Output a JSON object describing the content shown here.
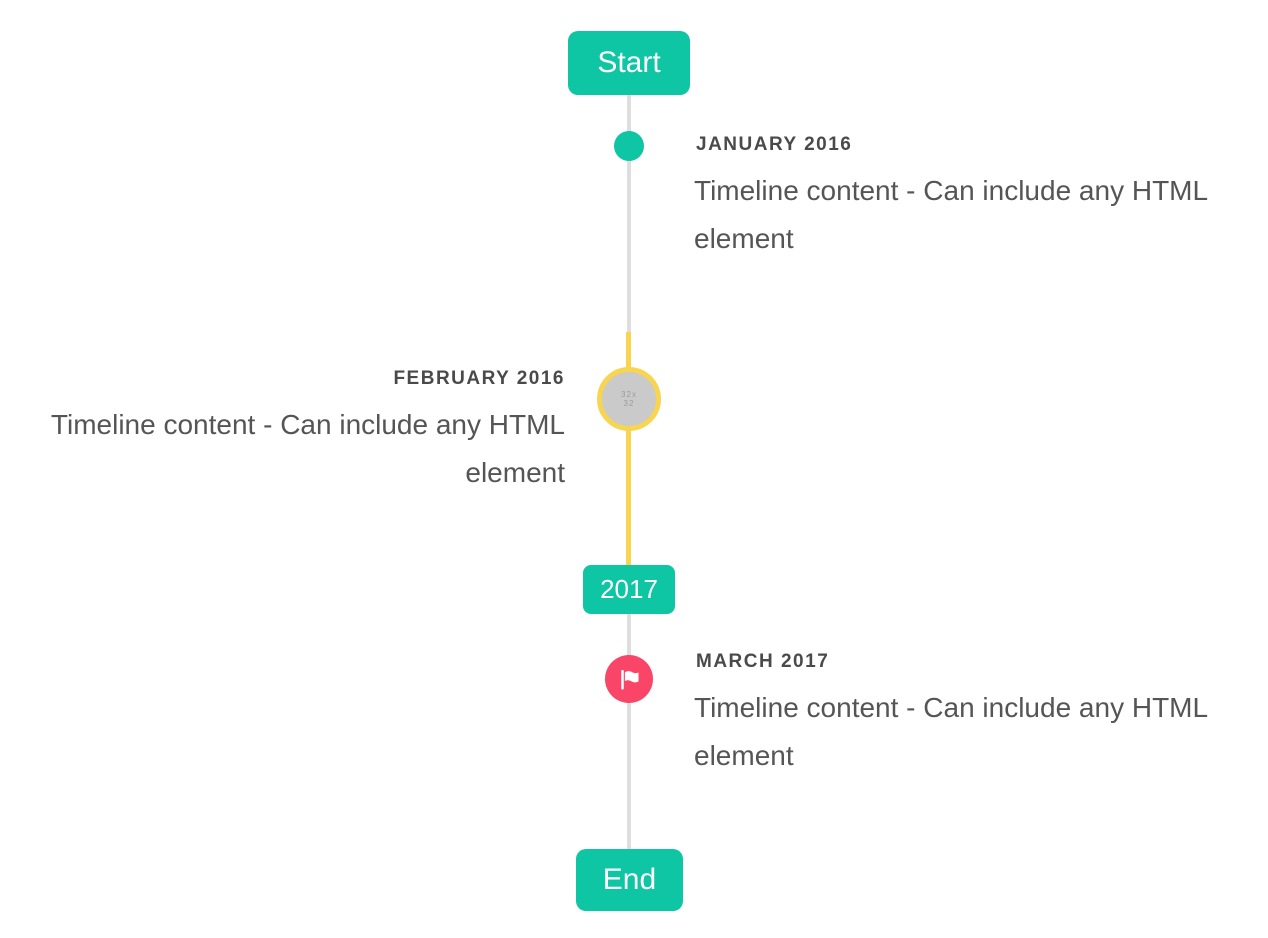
{
  "colors": {
    "accent_teal": "#0ec5a4",
    "highlight_yellow": "#f8d551",
    "flag_red": "#f94567",
    "line_gray": "#dedede",
    "placeholder_gray": "#cacaca",
    "title_text": "#4a4a4a",
    "content_text": "#555555"
  },
  "timeline": {
    "start_label": "Start",
    "year_badge": "2017",
    "end_label": "End",
    "items": [
      {
        "title": "JANUARY 2016",
        "content": "Timeline content - Can include any HTML element",
        "side": "right",
        "marker": "teal-dot"
      },
      {
        "title": "FEBRUARY 2016",
        "content": "Timeline content - Can include any HTML element",
        "side": "left",
        "marker": "image-placeholder",
        "marker_text": "32x32"
      },
      {
        "title": "MARCH 2017",
        "content": "Timeline content - Can include any HTML element",
        "side": "right",
        "marker": "flag"
      }
    ]
  }
}
